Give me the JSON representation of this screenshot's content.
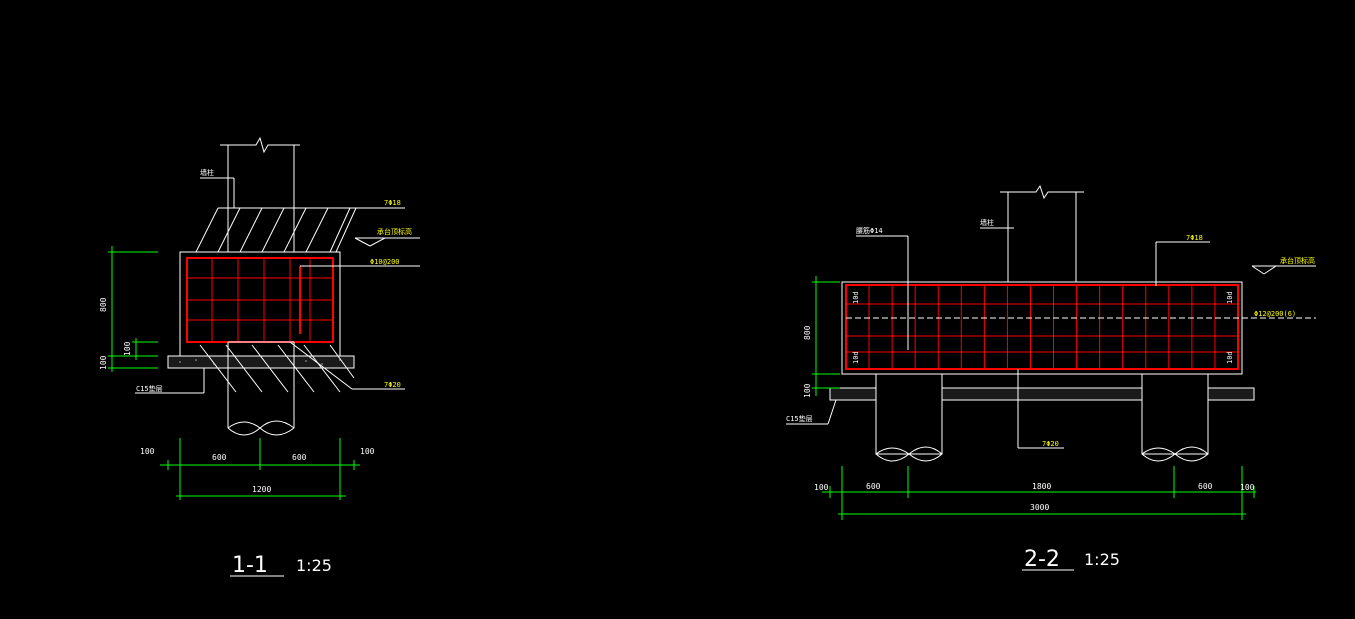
{
  "colors": {
    "background": "#000000",
    "outline": "#ffffff",
    "rebar": "#ff0000",
    "dimension": "#00ff00",
    "annotation": "#ffff00"
  },
  "section_1": {
    "title": "1-1",
    "scale": "1:25",
    "label_column": "墙柱",
    "label_top_bar": "7Φ18",
    "label_top_elev": "承台顶标高",
    "label_stirrup": "Φ10@200",
    "label_bottom_bar": "7Φ20",
    "label_cushion": "C15垫层",
    "dim_height": "800",
    "dim_inner": "100",
    "dim_bottom": "100",
    "dim_left_edge": "100",
    "dim_right_edge": "100",
    "dim_left_half": "600",
    "dim_right_half": "600",
    "dim_total": "1200"
  },
  "section_2": {
    "title": "2-2",
    "scale": "1:25",
    "label_column": "墙柱",
    "label_side_bar": "腰筋Φ14",
    "label_top_bar": "7Φ18",
    "label_top_elev": "承台顶标高",
    "label_stirrup": "Φ12@200(6)",
    "label_bottom_bar": "7Φ20",
    "label_cushion": "C15垫层",
    "label_anchor": "10d",
    "dim_height": "800",
    "dim_bottom": "100",
    "dim_left_edge": "100",
    "dim_left": "600",
    "dim_middle": "1800",
    "dim_right": "600",
    "dim_right_edge": "100",
    "dim_total": "3000"
  }
}
